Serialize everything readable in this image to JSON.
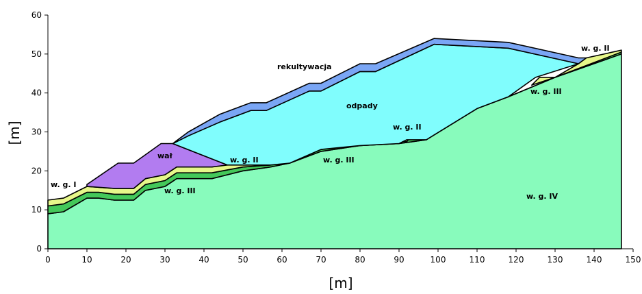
{
  "colors": {
    "w_g_IV": "#88fbbc",
    "w_g_III": "#44c85a",
    "w_g_II": "#e6f78a",
    "w_g_I": "#f4a8d8",
    "wal": "#b27cf0",
    "odpady": "#80fdfd",
    "rekultywacja": "#7aa6f5"
  },
  "axes": {
    "x": {
      "label": "[m]",
      "min": 0,
      "max": 150,
      "ticks": [
        0,
        10,
        20,
        30,
        40,
        50,
        60,
        70,
        80,
        90,
        100,
        110,
        120,
        130,
        140,
        150
      ]
    },
    "y": {
      "label": "[m]",
      "min": 0,
      "max": 60,
      "ticks": [
        0,
        10,
        20,
        30,
        40,
        50,
        60
      ]
    }
  },
  "labels": {
    "rekultywacja": "rekultywacja",
    "odpady": "odpady",
    "wal": "wał",
    "wg_I": "w. g. I",
    "wg_II_left": "w. g. II",
    "wg_II_mid": "w. g. II",
    "wg_II_right": "w. g. II",
    "wg_III_left": "w. g. III",
    "wg_III_mid": "w. g. III",
    "wg_III_right": "w. g. III",
    "wg_IV": "w. g. IV"
  },
  "layers": {
    "w_g_IV": [
      [
        0,
        0
      ],
      [
        0,
        9
      ],
      [
        4,
        9.5
      ],
      [
        10,
        13
      ],
      [
        13,
        13
      ],
      [
        17,
        12.5
      ],
      [
        22,
        12.5
      ],
      [
        25,
        15
      ],
      [
        30,
        16
      ],
      [
        33,
        18
      ],
      [
        42,
        18
      ],
      [
        50,
        20
      ],
      [
        57,
        21
      ],
      [
        62,
        22
      ],
      [
        70,
        25
      ],
      [
        80,
        26.5
      ],
      [
        90,
        27
      ],
      [
        97,
        28
      ],
      [
        110,
        36
      ],
      [
        118,
        39
      ],
      [
        130,
        44
      ],
      [
        147,
        50
      ],
      [
        147,
        0
      ]
    ],
    "w_g_III": [
      [
        0,
        9
      ],
      [
        0,
        11
      ],
      [
        4,
        11.5
      ],
      [
        10,
        14.5
      ],
      [
        13,
        14.5
      ],
      [
        17,
        14
      ],
      [
        22,
        14
      ],
      [
        25,
        16.5
      ],
      [
        30,
        17.5
      ],
      [
        33,
        19.5
      ],
      [
        42,
        19.5
      ],
      [
        50,
        21
      ],
      [
        57,
        21.5
      ],
      [
        62,
        22
      ],
      [
        65,
        24
      ],
      [
        70,
        25.5
      ],
      [
        80,
        26.5
      ],
      [
        90,
        27.5
      ],
      [
        97,
        29
      ],
      [
        110,
        36.5
      ],
      [
        118,
        39
      ],
      [
        130,
        44
      ],
      [
        147,
        50.5
      ],
      [
        147,
        50
      ],
      [
        130,
        44
      ],
      [
        118,
        39
      ],
      [
        110,
        36
      ],
      [
        97,
        28
      ],
      [
        90,
        27
      ],
      [
        80,
        26.5
      ],
      [
        70,
        25
      ],
      [
        62,
        22
      ],
      [
        57,
        21
      ],
      [
        50,
        20
      ],
      [
        42,
        18
      ],
      [
        33,
        18
      ],
      [
        30,
        16
      ],
      [
        25,
        15
      ],
      [
        22,
        12.5
      ],
      [
        17,
        12.5
      ],
      [
        13,
        13
      ],
      [
        10,
        13
      ],
      [
        4,
        9.5
      ]
    ],
    "w_g_II": [
      [
        0,
        11
      ],
      [
        0,
        12.5
      ],
      [
        4,
        13
      ],
      [
        10,
        16
      ],
      [
        17,
        15.5
      ],
      [
        22,
        15.5
      ],
      [
        25,
        18
      ],
      [
        30,
        19
      ],
      [
        33,
        21
      ],
      [
        42,
        21
      ],
      [
        47,
        22.5
      ],
      [
        50,
        21.5
      ],
      [
        57,
        21.5
      ],
      [
        50,
        21
      ],
      [
        42,
        19.5
      ],
      [
        33,
        19.5
      ],
      [
        30,
        17.5
      ],
      [
        25,
        16.5
      ],
      [
        22,
        14
      ],
      [
        17,
        14
      ],
      [
        13,
        14.5
      ],
      [
        10,
        14.5
      ],
      [
        4,
        11.5
      ]
    ],
    "w_g_II_mid": [
      [
        92,
        27.5
      ],
      [
        94,
        30
      ],
      [
        98,
        29.5
      ],
      [
        97,
        29
      ],
      [
        90,
        27.5
      ]
    ],
    "w_g_II_right": [
      [
        124,
        42
      ],
      [
        126,
        44
      ],
      [
        130,
        44
      ],
      [
        136,
        47.5
      ],
      [
        138,
        49
      ],
      [
        147,
        51
      ],
      [
        147,
        50.5
      ],
      [
        130,
        44
      ]
    ],
    "w_g_III_bits": [
      [
        [
          110,
          36.5
        ],
        [
          114,
          39
        ],
        [
          118,
          39
        ]
      ],
      [
        [
          65,
          24
        ],
        [
          68,
          26
        ],
        [
          72,
          26
        ],
        [
          70,
          25.5
        ]
      ]
    ],
    "wal": [
      [
        10,
        16.5
      ],
      [
        18,
        22
      ],
      [
        22,
        22
      ],
      [
        29,
        27
      ],
      [
        32,
        27
      ],
      [
        46,
        21.5
      ],
      [
        42,
        21
      ],
      [
        33,
        21
      ],
      [
        30,
        19
      ],
      [
        25,
        18
      ],
      [
        22,
        15.5
      ],
      [
        17,
        15.5
      ],
      [
        10,
        16
      ]
    ],
    "odpady": [
      [
        32,
        27
      ],
      [
        36,
        29
      ],
      [
        44,
        32.5
      ],
      [
        52,
        35.5
      ],
      [
        56,
        35.5
      ],
      [
        67,
        40.5
      ],
      [
        70,
        40.5
      ],
      [
        80,
        45.5
      ],
      [
        84,
        45.5
      ],
      [
        99,
        52.5
      ],
      [
        118,
        51.5
      ],
      [
        136,
        47.5
      ],
      [
        125,
        44
      ],
      [
        118,
        39
      ],
      [
        110,
        36
      ],
      [
        97,
        28
      ],
      [
        92,
        28
      ],
      [
        90,
        27
      ],
      [
        80,
        26.5
      ],
      [
        70,
        25.5
      ],
      [
        62,
        22
      ],
      [
        57,
        21.5
      ],
      [
        46,
        21.5
      ]
    ],
    "rekultywacja": [
      [
        32,
        27
      ],
      [
        36,
        30
      ],
      [
        44,
        34.5
      ],
      [
        52,
        37.5
      ],
      [
        56,
        37.5
      ],
      [
        67,
        42.5
      ],
      [
        70,
        42.5
      ],
      [
        80,
        47.5
      ],
      [
        84,
        47.5
      ],
      [
        99,
        54
      ],
      [
        118,
        53
      ],
      [
        136,
        49
      ],
      [
        138,
        49
      ],
      [
        136,
        47.5
      ],
      [
        118,
        51.5
      ],
      [
        99,
        52.5
      ],
      [
        84,
        45.5
      ],
      [
        80,
        45.5
      ],
      [
        70,
        40.5
      ],
      [
        67,
        40.5
      ],
      [
        56,
        35.5
      ],
      [
        52,
        35.5
      ],
      [
        44,
        32.5
      ],
      [
        36,
        29
      ]
    ]
  }
}
